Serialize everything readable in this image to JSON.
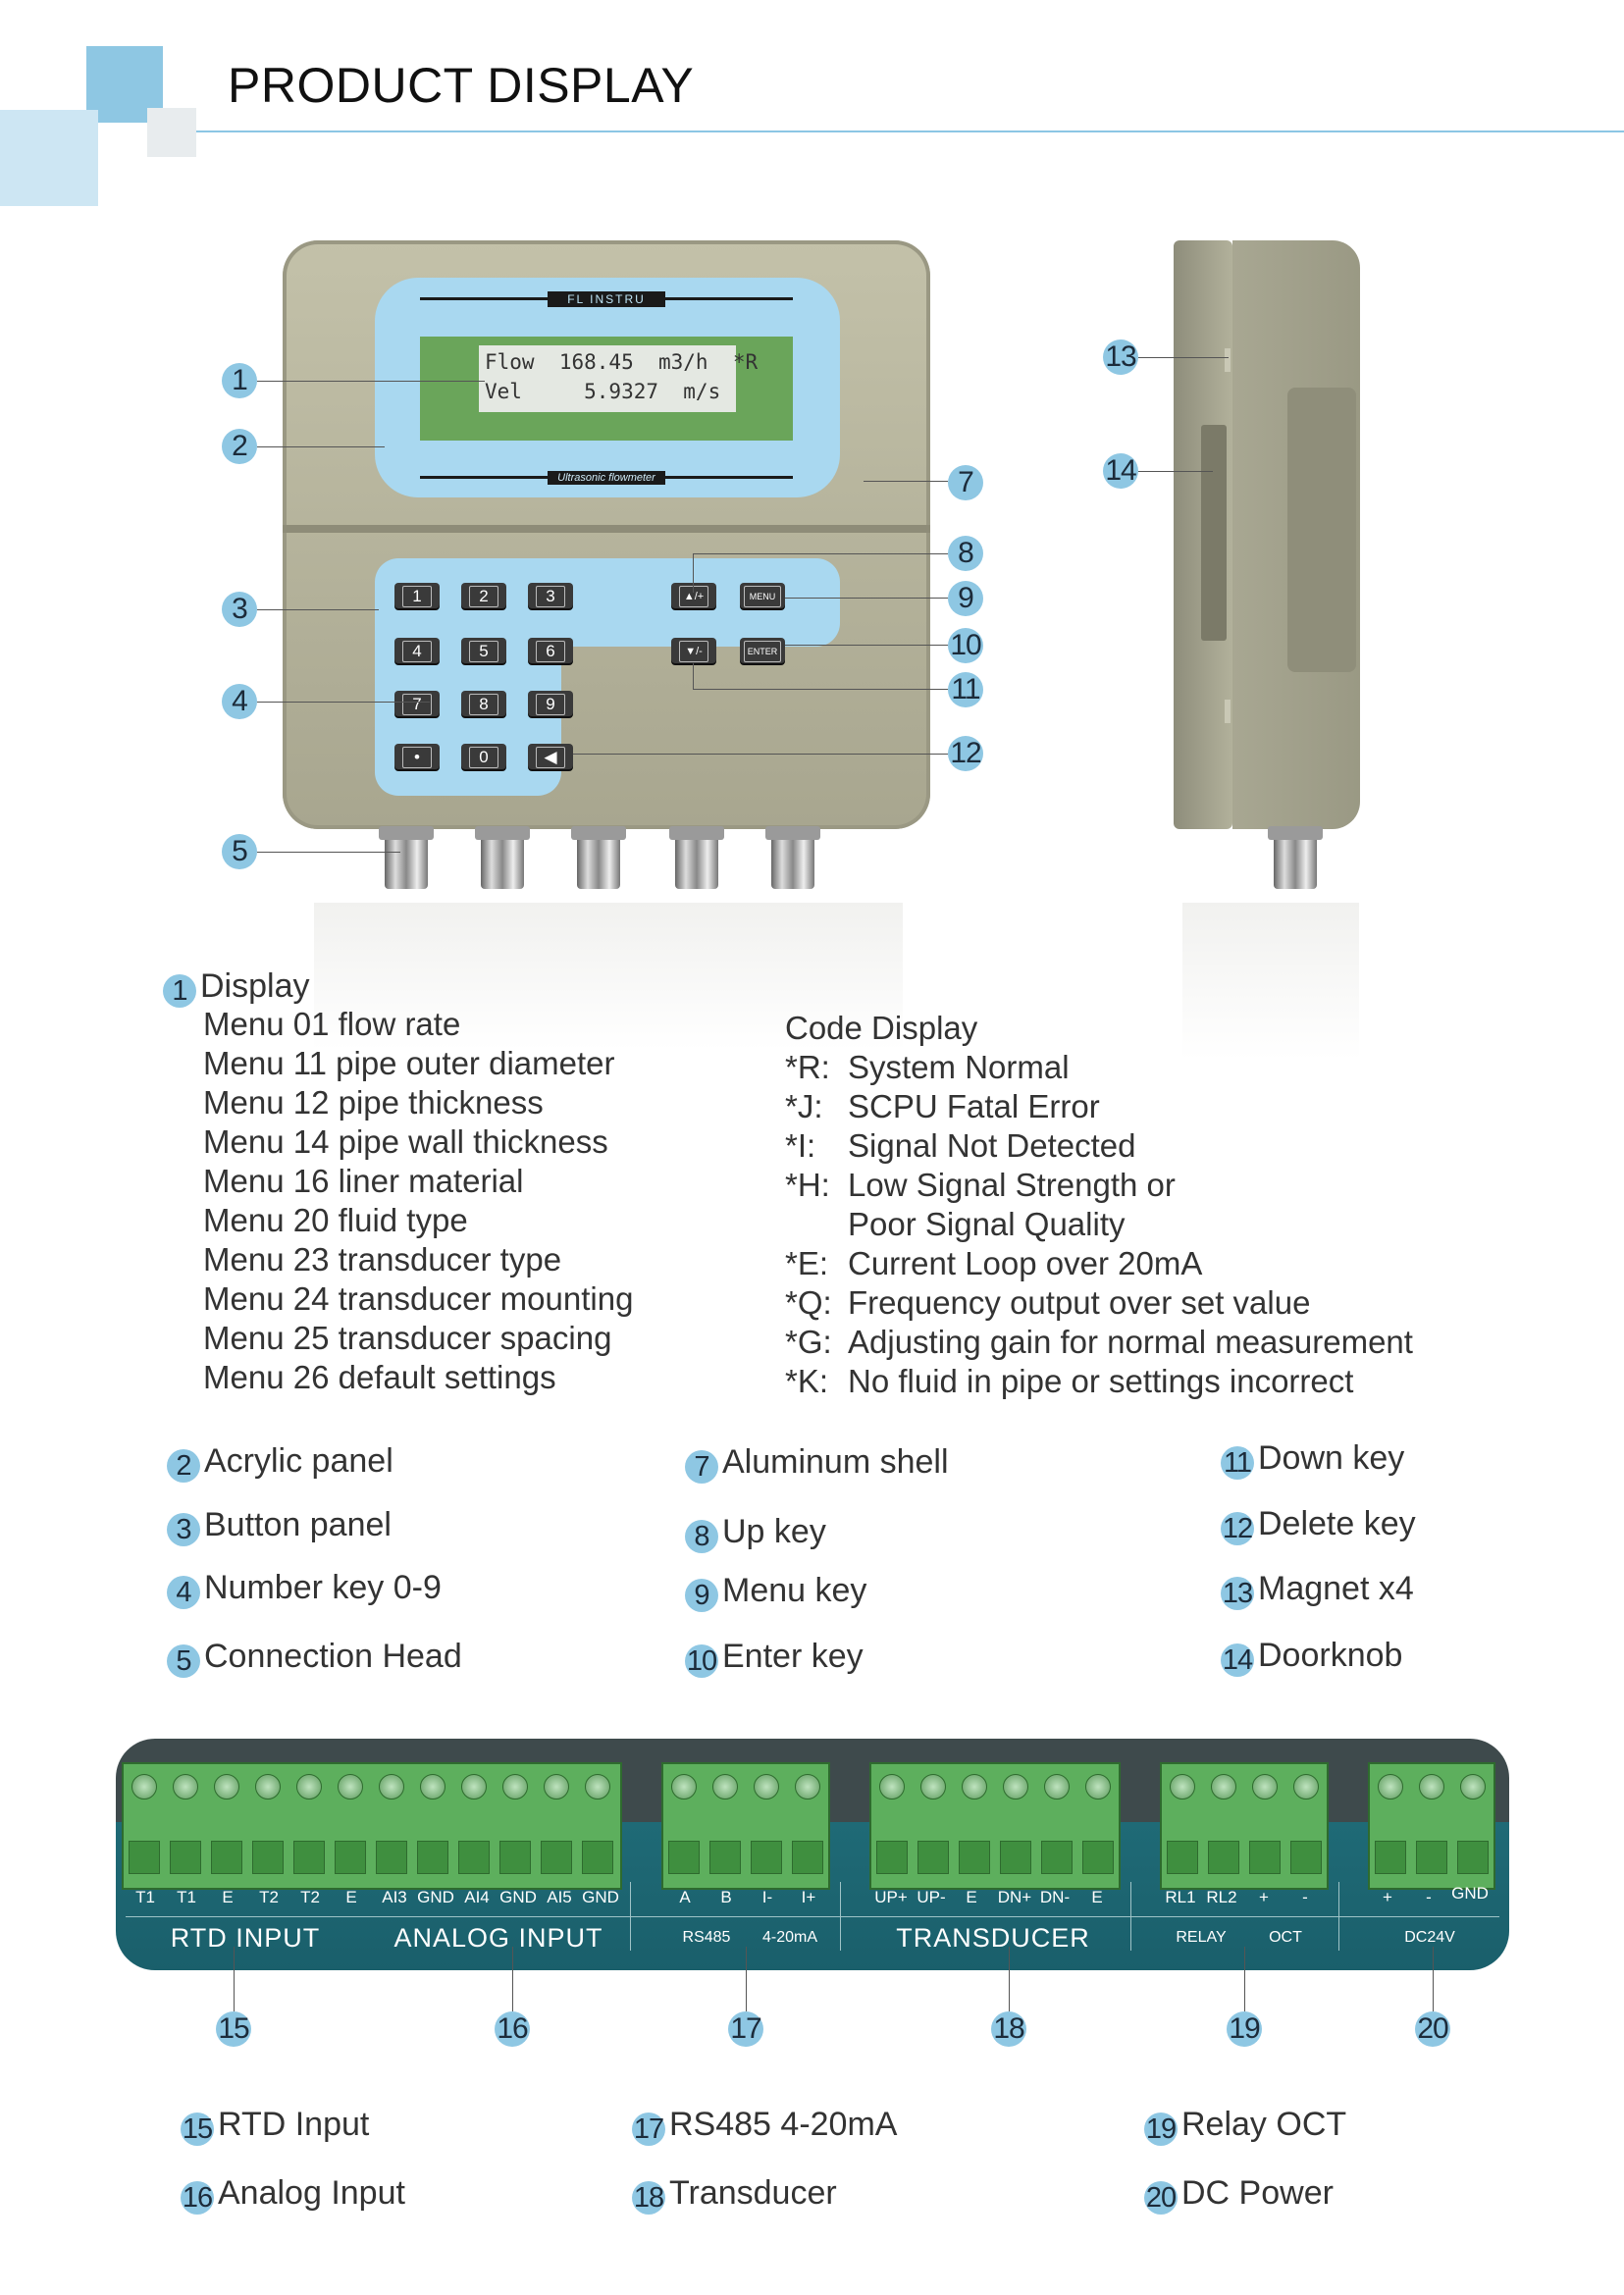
{
  "header": {
    "title": "PRODUCT DISPLAY"
  },
  "device": {
    "brand": "FL INSTRU",
    "subtitle": "Ultrasonic flowmeter",
    "lcd_line1": "Flow  168.45  m3/h  *R",
    "lcd_line2": "Vel     5.9327  m/s",
    "keys": [
      "1",
      "2",
      "3",
      "4",
      "5",
      "6",
      "7",
      "8",
      "9",
      "•",
      "0",
      "◀"
    ],
    "up_key": "▲/+",
    "down_key": "▼/-",
    "menu_key": "MENU",
    "enter_key": "ENTER"
  },
  "callouts": [
    "1",
    "2",
    "3",
    "4",
    "5",
    "7",
    "8",
    "9",
    "10",
    "11",
    "12",
    "13",
    "14"
  ],
  "display_section": {
    "number": "1",
    "title": "Display",
    "menus": [
      "Menu 01 flow rate",
      "Menu 11 pipe outer diameter",
      "Menu 12 pipe thickness",
      "Menu 14 pipe wall thickness",
      "Menu 16 liner material",
      "Menu 20 fluid type",
      "Menu 23 transducer type",
      "Menu 24 transducer mounting",
      "Menu 25 transducer spacing",
      "Menu 26 default settings"
    ]
  },
  "code_display": {
    "title": "Code Display",
    "codes": [
      {
        "code": "*R:",
        "desc": "System Normal"
      },
      {
        "code": "*J:",
        "desc": "SCPU Fatal Error"
      },
      {
        "code": "*I:",
        "desc": "Signal Not Detected"
      },
      {
        "code": "*H:",
        "desc": "Low Signal Strength or"
      },
      {
        "code": "",
        "desc": "Poor Signal Quality"
      },
      {
        "code": "*E:",
        "desc": "Current Loop over 20mA"
      },
      {
        "code": "*Q:",
        "desc": "Frequency output over set value"
      },
      {
        "code": "*G:",
        "desc": "Adjusting gain for normal measurement"
      },
      {
        "code": "*K:",
        "desc": "No fluid in pipe or settings incorrect"
      }
    ]
  },
  "legend": [
    {
      "n": "2",
      "label": "Acrylic panel"
    },
    {
      "n": "3",
      "label": "Button panel"
    },
    {
      "n": "4",
      "label": "Number key 0-9"
    },
    {
      "n": "5",
      "label": "Connection Head"
    },
    {
      "n": "7",
      "label": "Aluminum shell"
    },
    {
      "n": "8",
      "label": "Up key"
    },
    {
      "n": "9",
      "label": "Menu key"
    },
    {
      "n": "10",
      "label": "Enter key"
    },
    {
      "n": "11",
      "label": "Down key"
    },
    {
      "n": "12",
      "label": "Delete key"
    },
    {
      "n": "13",
      "label": "Magnet x4"
    },
    {
      "n": "14",
      "label": "Doorknob"
    }
  ],
  "terminals": {
    "pins": [
      "T1",
      "T1",
      "E",
      "T2",
      "T2",
      "E",
      "AI3",
      "GND",
      "AI4",
      "GND",
      "AI5",
      "GND",
      "A",
      "B",
      "I-",
      "I+",
      "UP+",
      "UP-",
      "E",
      "DN+",
      "DN-",
      "E",
      "RL1",
      "RL2",
      "+",
      "-",
      "+",
      "-",
      "GND"
    ],
    "groups": [
      "RTD INPUT",
      "ANALOG INPUT",
      "RS485",
      "4-20mA",
      "TRANSDUCER",
      "RELAY",
      "OCT",
      "DC24V"
    ],
    "callouts": [
      "15",
      "16",
      "17",
      "18",
      "19",
      "20"
    ]
  },
  "terminal_legend": [
    {
      "n": "15",
      "label": "RTD Input"
    },
    {
      "n": "16",
      "label": "Analog Input"
    },
    {
      "n": "17",
      "label": "RS485 4-20mA"
    },
    {
      "n": "18",
      "label": "Transducer"
    },
    {
      "n": "19",
      "label": "Relay OCT"
    },
    {
      "n": "20",
      "label": "DC Power"
    }
  ],
  "colors": {
    "accent": "#8ec7e3",
    "panel_blue": "#a9d8f0",
    "shell": "#b5b49c",
    "terminal_green": "#5daf5d",
    "board_teal": "#1f6a76"
  }
}
